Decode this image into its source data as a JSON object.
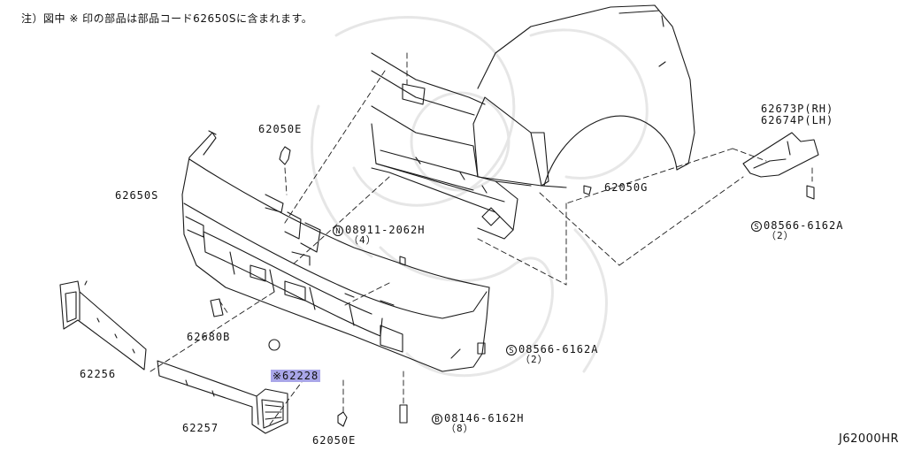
{
  "note": "注）図中 ※ 印の部品は部品コード62650Sに含まれます。",
  "diagram_code": "J62000HR",
  "highlight_color": "#a9a6e8",
  "parts": [
    {
      "id": "p_62050E_top",
      "text": "62050E"
    },
    {
      "id": "p_62650S",
      "text": "62650S"
    },
    {
      "id": "p_08911",
      "symbol": "N",
      "text": "08911-2062H",
      "qty": "（4）"
    },
    {
      "id": "p_62680B",
      "text": "62680B"
    },
    {
      "id": "p_62256",
      "text": "62256"
    },
    {
      "id": "p_62228",
      "text": "※62228",
      "highlighted": true
    },
    {
      "id": "p_62257",
      "text": "62257"
    },
    {
      "id": "p_62050E_bot",
      "text": "62050E"
    },
    {
      "id": "p_08146",
      "symbol": "B",
      "text": "08146-6162H",
      "qty": "（8）"
    },
    {
      "id": "p_08566_mid",
      "symbol": "S",
      "text": "08566-6162A",
      "qty": "（2）"
    },
    {
      "id": "p_62050G",
      "text": "62050G"
    },
    {
      "id": "p_62673P",
      "text": "62673P(RH)"
    },
    {
      "id": "p_62674P",
      "text": "62674P(LH)"
    },
    {
      "id": "p_08566_right",
      "symbol": "S",
      "text": "08566-6162A",
      "qty": "（2）"
    }
  ]
}
